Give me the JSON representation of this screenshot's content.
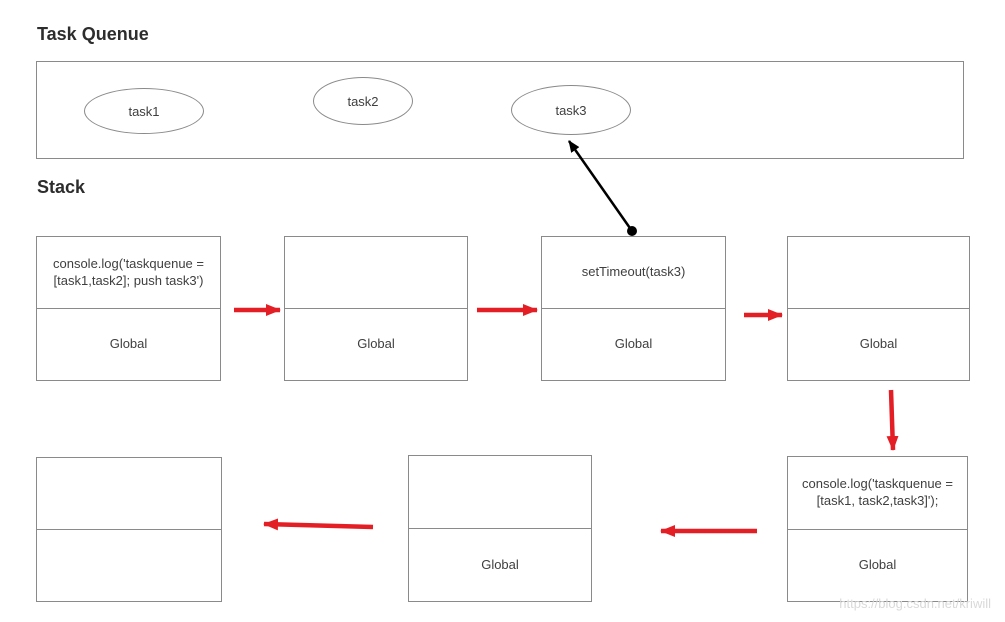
{
  "queue": {
    "title": "Task Quenue",
    "tasks": [
      "task1",
      "task2",
      "task3"
    ]
  },
  "stack": {
    "title": "Stack",
    "boxes": [
      {
        "top": "console.log('taskquenue =[task1,task2]; push task3')",
        "bottom": "Global"
      },
      {
        "top": "",
        "bottom": "Global"
      },
      {
        "top": "setTimeout(task3)",
        "bottom": "Global"
      },
      {
        "top": "",
        "bottom": "Global"
      },
      {
        "top": "console.log('taskquenue =[task1, task2,task3]');",
        "bottom": "Global"
      },
      {
        "top": "",
        "bottom": "Global"
      },
      {
        "top": "",
        "bottom": ""
      }
    ]
  },
  "watermark": "https://blog.csdn.net/kriwill",
  "colors": {
    "arrow_red": "#e41e25",
    "arrow_black": "#000000",
    "border_gray": "#8a8a8a"
  }
}
